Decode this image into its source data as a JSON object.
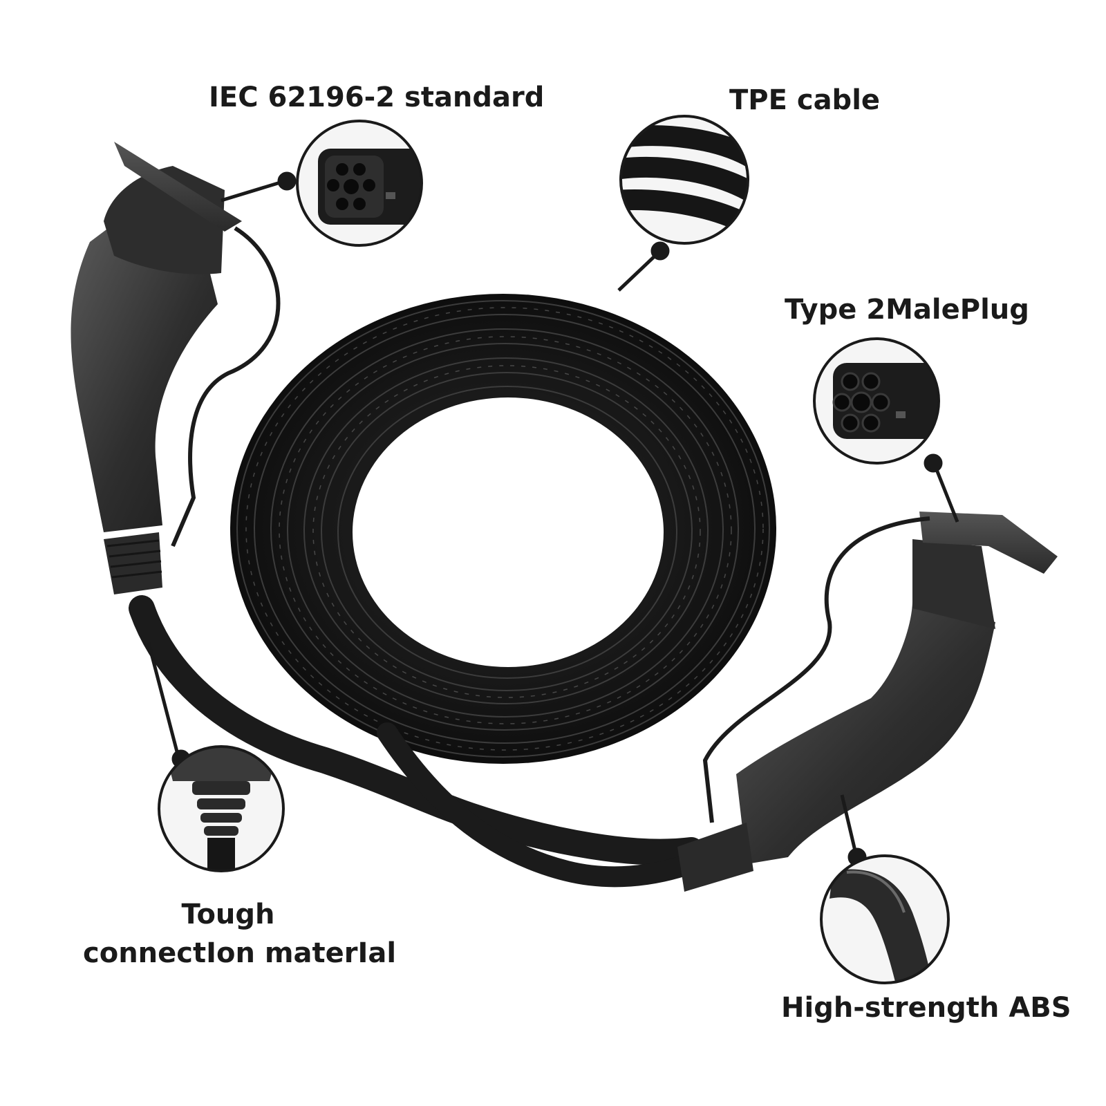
{
  "callouts": {
    "iec": "IEC 62196-2 standard",
    "tpe": "TPE cable",
    "type2": "Type 2MalePlug",
    "tough_line1": "Tough",
    "tough_line2": "connectIon materIal",
    "abs": "High-strength ABS"
  },
  "icons": [
    "female-socket-icon",
    "cable-closeup-icon",
    "male-plug-icon",
    "strain-relief-icon",
    "handle-closeup-icon"
  ],
  "colors": {
    "background": "#ffffff",
    "cable": "#1b1b1b",
    "plug_body": "#3a3a3a",
    "text": "#1a1a1a"
  }
}
